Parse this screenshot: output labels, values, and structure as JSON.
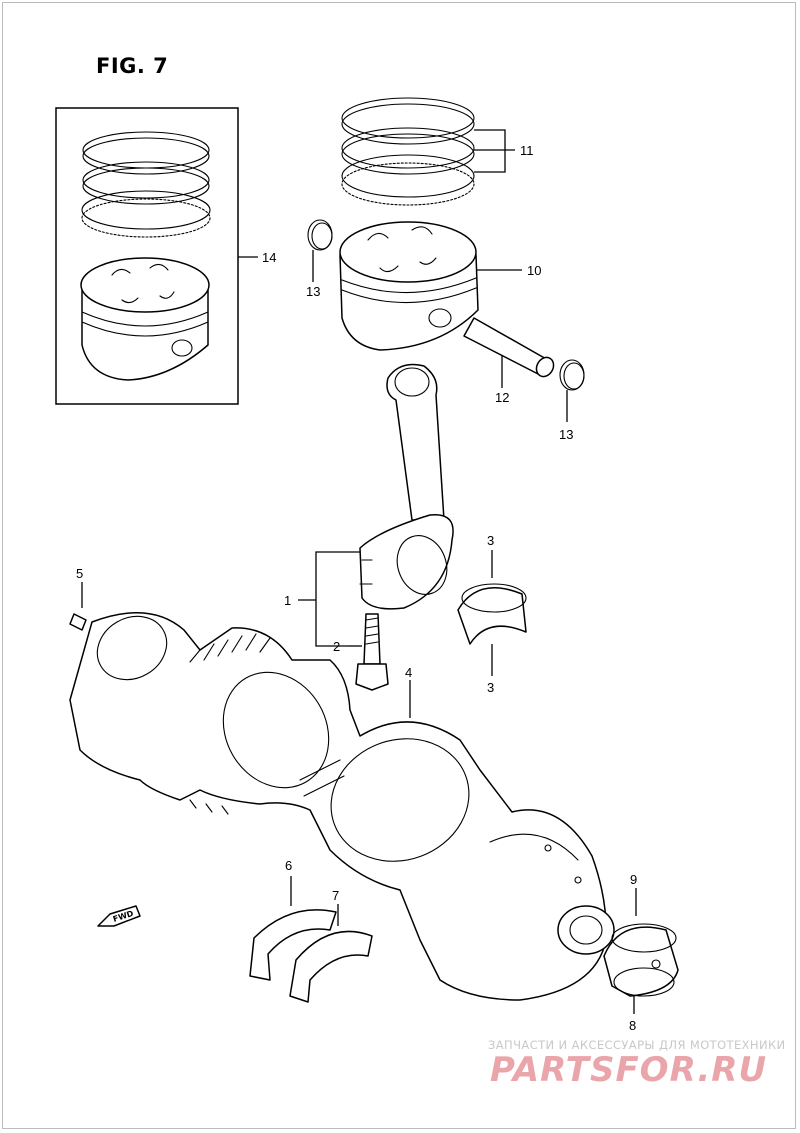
{
  "figure": {
    "title": "FIG. 7"
  },
  "callouts": {
    "c1": "1",
    "c2": "2",
    "c3a": "3",
    "c3b": "3",
    "c4": "4",
    "c5": "5",
    "c6": "6",
    "c7": "7",
    "c8": "8",
    "c9": "9",
    "c10": "10",
    "c11": "11",
    "c12": "12",
    "c13a": "13",
    "c13b": "13",
    "c14": "14"
  },
  "fwd_badge": "FWD",
  "watermark": {
    "subtitle": "ЗАПЧАСТИ И АКСЕССУАРЫ ДЛЯ МОТОТЕХНИКИ",
    "logo": "PARTSFOR.RU"
  }
}
